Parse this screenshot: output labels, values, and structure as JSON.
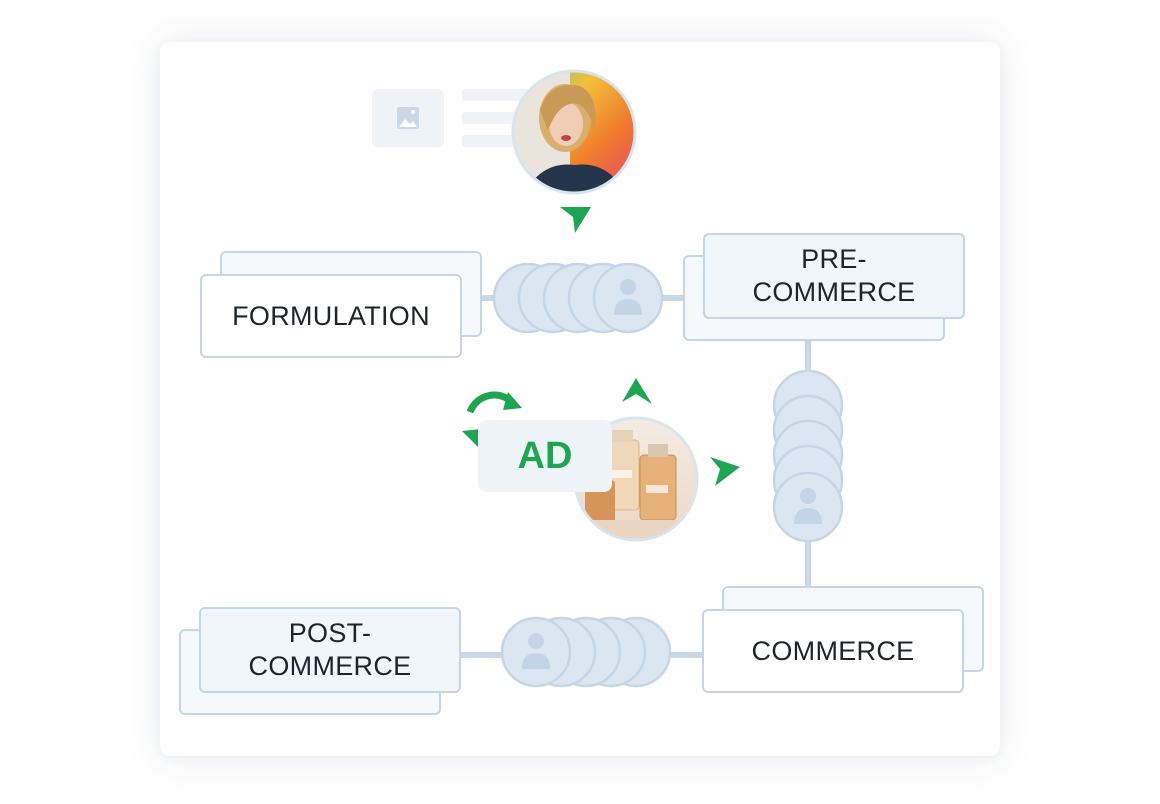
{
  "stages": {
    "formulation": "FORMULATION",
    "pre_commerce": [
      "PRE-",
      "COMMERCE"
    ],
    "commerce": "COMMERCE",
    "post_commerce": [
      "POST-",
      "COMMERCE"
    ]
  },
  "ad_label": "AD",
  "colors": {
    "accent_green": "#1da552",
    "box_border": "#c4d5e6",
    "connector": "#c9d8e6",
    "avatar_fill": "#dbe6f1"
  },
  "icons": [
    "image-placeholder-icon",
    "refresh-icon",
    "person-icon",
    "cursor-arrow-icon"
  ]
}
